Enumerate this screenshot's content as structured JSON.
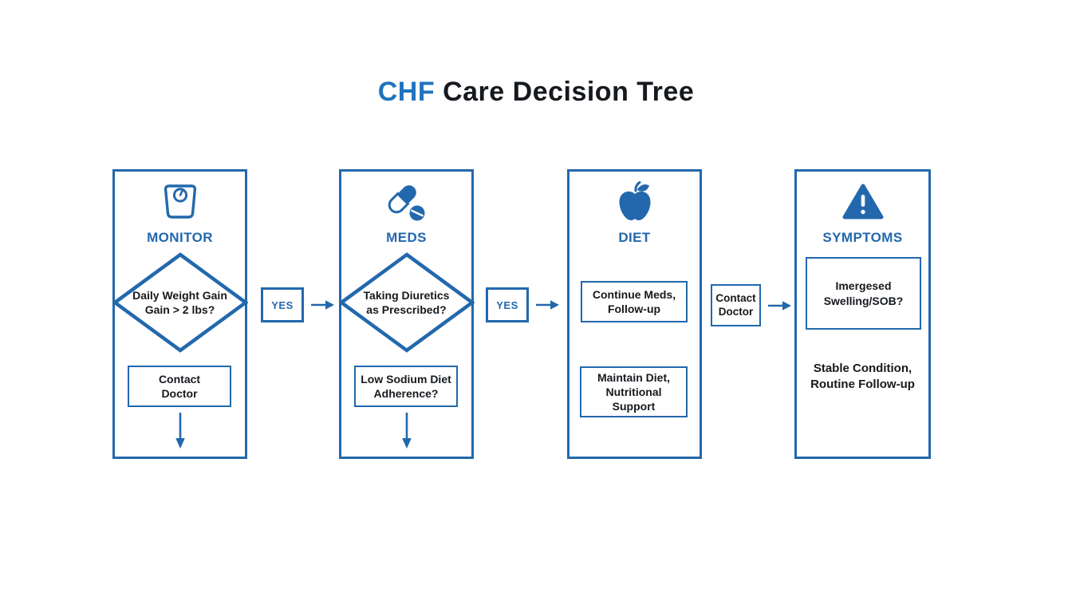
{
  "page": {
    "title_highlight": "CHF",
    "title_rest": " Care Decision Tree"
  },
  "colors": {
    "primary_blue": "#2368ad",
    "title_highlight_blue": "#2173be",
    "text_dark": "#16191d",
    "background": "#ffffff"
  },
  "columns": [
    {
      "label": "MONITOR",
      "icon": "weight-scale-icon",
      "diamond": {
        "line1": "Daily Weight Gain",
        "line2": "Gain > 2 lbs?"
      },
      "box": {
        "line1": "Contact",
        "line2": "Doctor"
      }
    },
    {
      "label": "MEDS",
      "icon": "pills-icon",
      "diamond": {
        "line1": "Taking Diuretics",
        "line2": "as Prescribed?"
      },
      "box": {
        "line1": "Low Sodium Diet",
        "line2": "Adherence?"
      }
    },
    {
      "label": "DIET",
      "icon": "apple-icon",
      "box1": {
        "line1": "Continue Meds,",
        "line2": "Follow-up"
      },
      "box2": {
        "line1": "Maintain Diet,",
        "line2": "Nutritional",
        "line3": "Support"
      }
    },
    {
      "label": "SYMPTOMS",
      "icon": "warning-icon",
      "box": {
        "line1": "Imergesed",
        "line2": "Swelling/SOB?"
      },
      "note": {
        "line1": "Stable Condition,",
        "line2": "Routine Follow-up"
      }
    }
  ],
  "connectors": [
    {
      "label": "YES"
    },
    {
      "label": "YES"
    },
    {
      "line1": "Contact",
      "line2": "Doctor"
    }
  ]
}
